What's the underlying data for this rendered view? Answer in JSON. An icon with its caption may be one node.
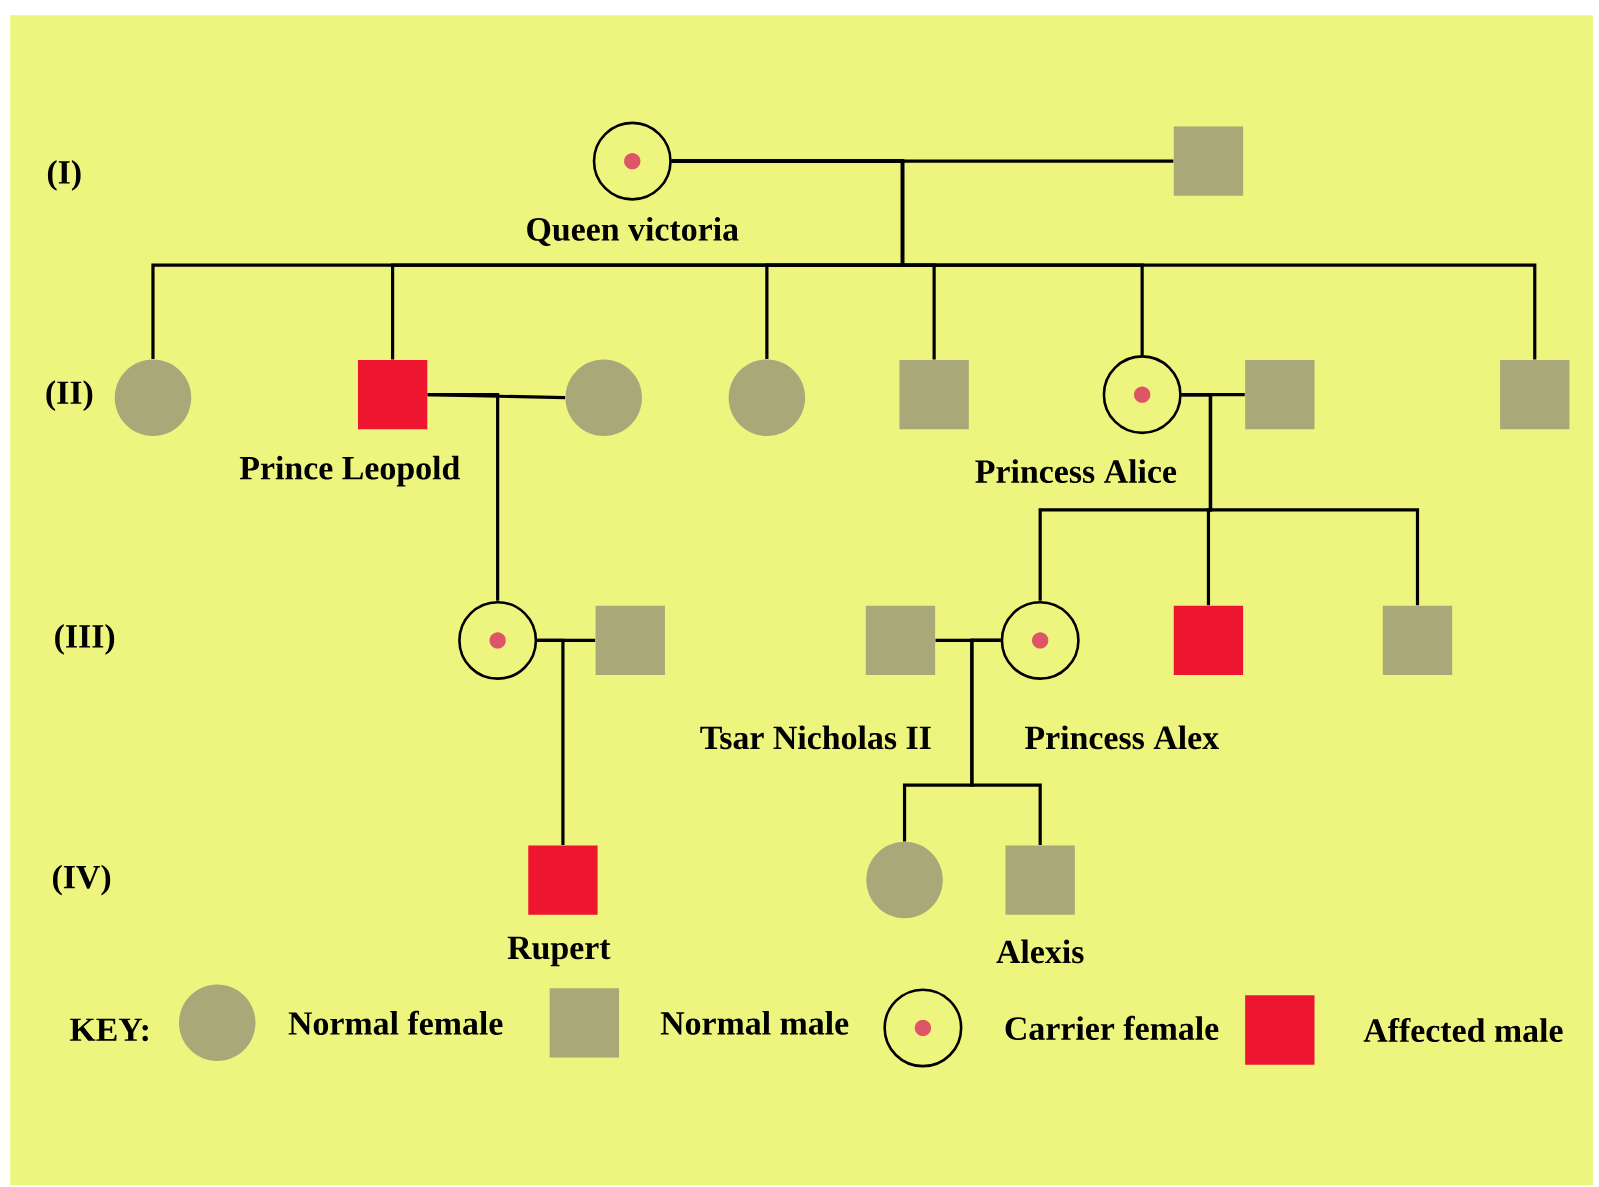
{
  "diagram": {
    "nodes": [
      {
        "text": [],
        "shape": "circle",
        "beside": [
          "Queen victoria"
        ]
      },
      {
        "text": [],
        "shape": "box"
      },
      {
        "text": [],
        "shape": "circle"
      },
      {
        "text": [],
        "shape": "box",
        "beside": [
          "Prince Leopold"
        ]
      },
      {
        "text": [],
        "shape": "circle"
      },
      {
        "text": [],
        "shape": "circle"
      },
      {
        "text": [],
        "shape": "box"
      },
      {
        "text": [],
        "shape": "circle",
        "beside": [
          "Princess Alice"
        ]
      },
      {
        "text": [],
        "shape": "box"
      },
      {
        "text": [],
        "shape": "box"
      },
      {
        "text": [],
        "shape": "circle"
      },
      {
        "text": [],
        "shape": "box"
      },
      {
        "text": [],
        "shape": "box",
        "beside": [
          "Tsar Nicholas II"
        ]
      },
      {
        "text": [],
        "shape": "circle",
        "beside": [
          "Princess Alex"
        ]
      },
      {
        "text": [],
        "shape": "box"
      },
      {
        "text": [],
        "shape": "box"
      },
      {
        "text": [],
        "shape": "box",
        "beside": [
          "Rupert"
        ]
      },
      {
        "text": [],
        "shape": "circle"
      },
      {
        "text": [],
        "shape": "box",
        "beside": [
          "Alexis"
        ]
      }
    ],
    "edges": [
      {
        "from": 0,
        "to": 1,
        "arrow": "none"
      },
      {
        "from": 0,
        "to": 2,
        "arrow": "none"
      },
      {
        "from": 0,
        "to": 3,
        "arrow": "none"
      },
      {
        "from": 0,
        "to": 5,
        "arrow": "none"
      },
      {
        "from": 0,
        "to": 6,
        "arrow": "none"
      },
      {
        "from": 0,
        "to": 7,
        "arrow": "none"
      },
      {
        "from": 0,
        "to": 9,
        "arrow": "none"
      },
      {
        "from": 3,
        "to": 4,
        "arrow": "none"
      },
      {
        "from": 3,
        "to": 10,
        "arrow": "none"
      },
      {
        "from": 7,
        "to": 8,
        "arrow": "none"
      },
      {
        "from": 7,
        "to": 13,
        "arrow": "none"
      },
      {
        "from": 7,
        "to": 14,
        "arrow": "none"
      },
      {
        "from": 7,
        "to": 15,
        "arrow": "none"
      },
      {
        "from": 10,
        "to": 11,
        "arrow": "none"
      },
      {
        "from": 10,
        "to": 16,
        "arrow": "none"
      },
      {
        "from": 12,
        "to": 13,
        "arrow": "none"
      },
      {
        "from": 13,
        "to": 17,
        "arrow": "none"
      },
      {
        "from": 13,
        "to": 18,
        "arrow": "none"
      }
    ],
    "labels": [
      "(I)",
      "(II)",
      "(III)",
      "(IV)",
      "KEY:"
    ],
    "legend": [
      {
        "text": "Normal female",
        "color": "#a8a878"
      },
      {
        "text": "Normal male",
        "color": "#a8a878"
      },
      {
        "text": "Carrier female"
      },
      {
        "text": "Affected male",
        "color": "#ee1530"
      }
    ]
  }
}
